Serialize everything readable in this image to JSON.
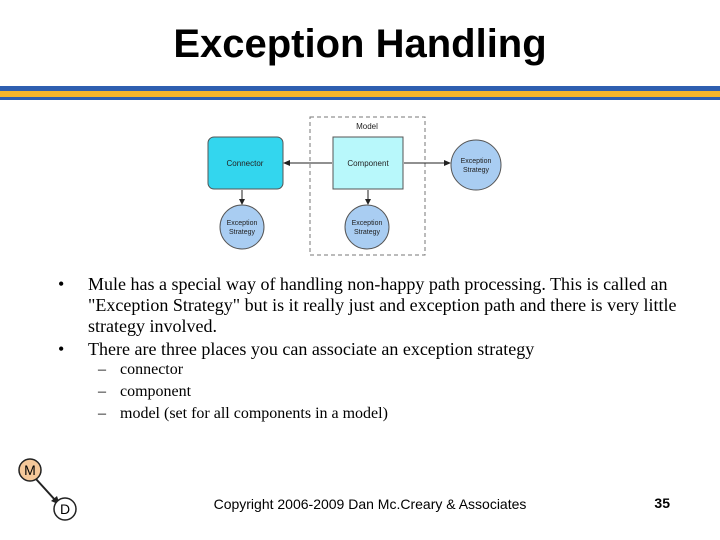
{
  "slide": {
    "title": "Exception Handling",
    "page_number": "35",
    "copyright": "Copyright 2006-2009 Dan Mc.Creary & Associates"
  },
  "diagram": {
    "model_label": "Model",
    "connector_label": "Connector",
    "component_label": "Component",
    "model_strategy_label": [
      "Exception",
      "Strategy"
    ],
    "connector_strategy_label": [
      "Exception",
      "Strategy"
    ],
    "component_strategy_label": [
      "Exception",
      "Strategy"
    ]
  },
  "bullets": [
    {
      "marker": "•",
      "text": "Mule has a special way of handling non-happy path processing.  This is called an \"Exception Strategy\" but is it really just and exception path and there is very little strategy involved."
    },
    {
      "marker": "•",
      "text": "There are three places you can associate an exception strategy"
    }
  ],
  "sub_bullets": [
    {
      "marker": "–",
      "text": "connector"
    },
    {
      "marker": "–",
      "text": "component"
    },
    {
      "marker": "–",
      "text": "model (set for all components in a model)"
    }
  ],
  "logo": {
    "top_letter": "M",
    "bottom_letter": "D"
  },
  "colors": {
    "connector_fill": "#33d6ee",
    "component_fill": "#b8f8fb",
    "strategy_fill": "#a9cdf2",
    "rule_blue": "#2e5fb0",
    "rule_orange": "#f5b52b",
    "logo_m_fill": "#f5c89a"
  }
}
